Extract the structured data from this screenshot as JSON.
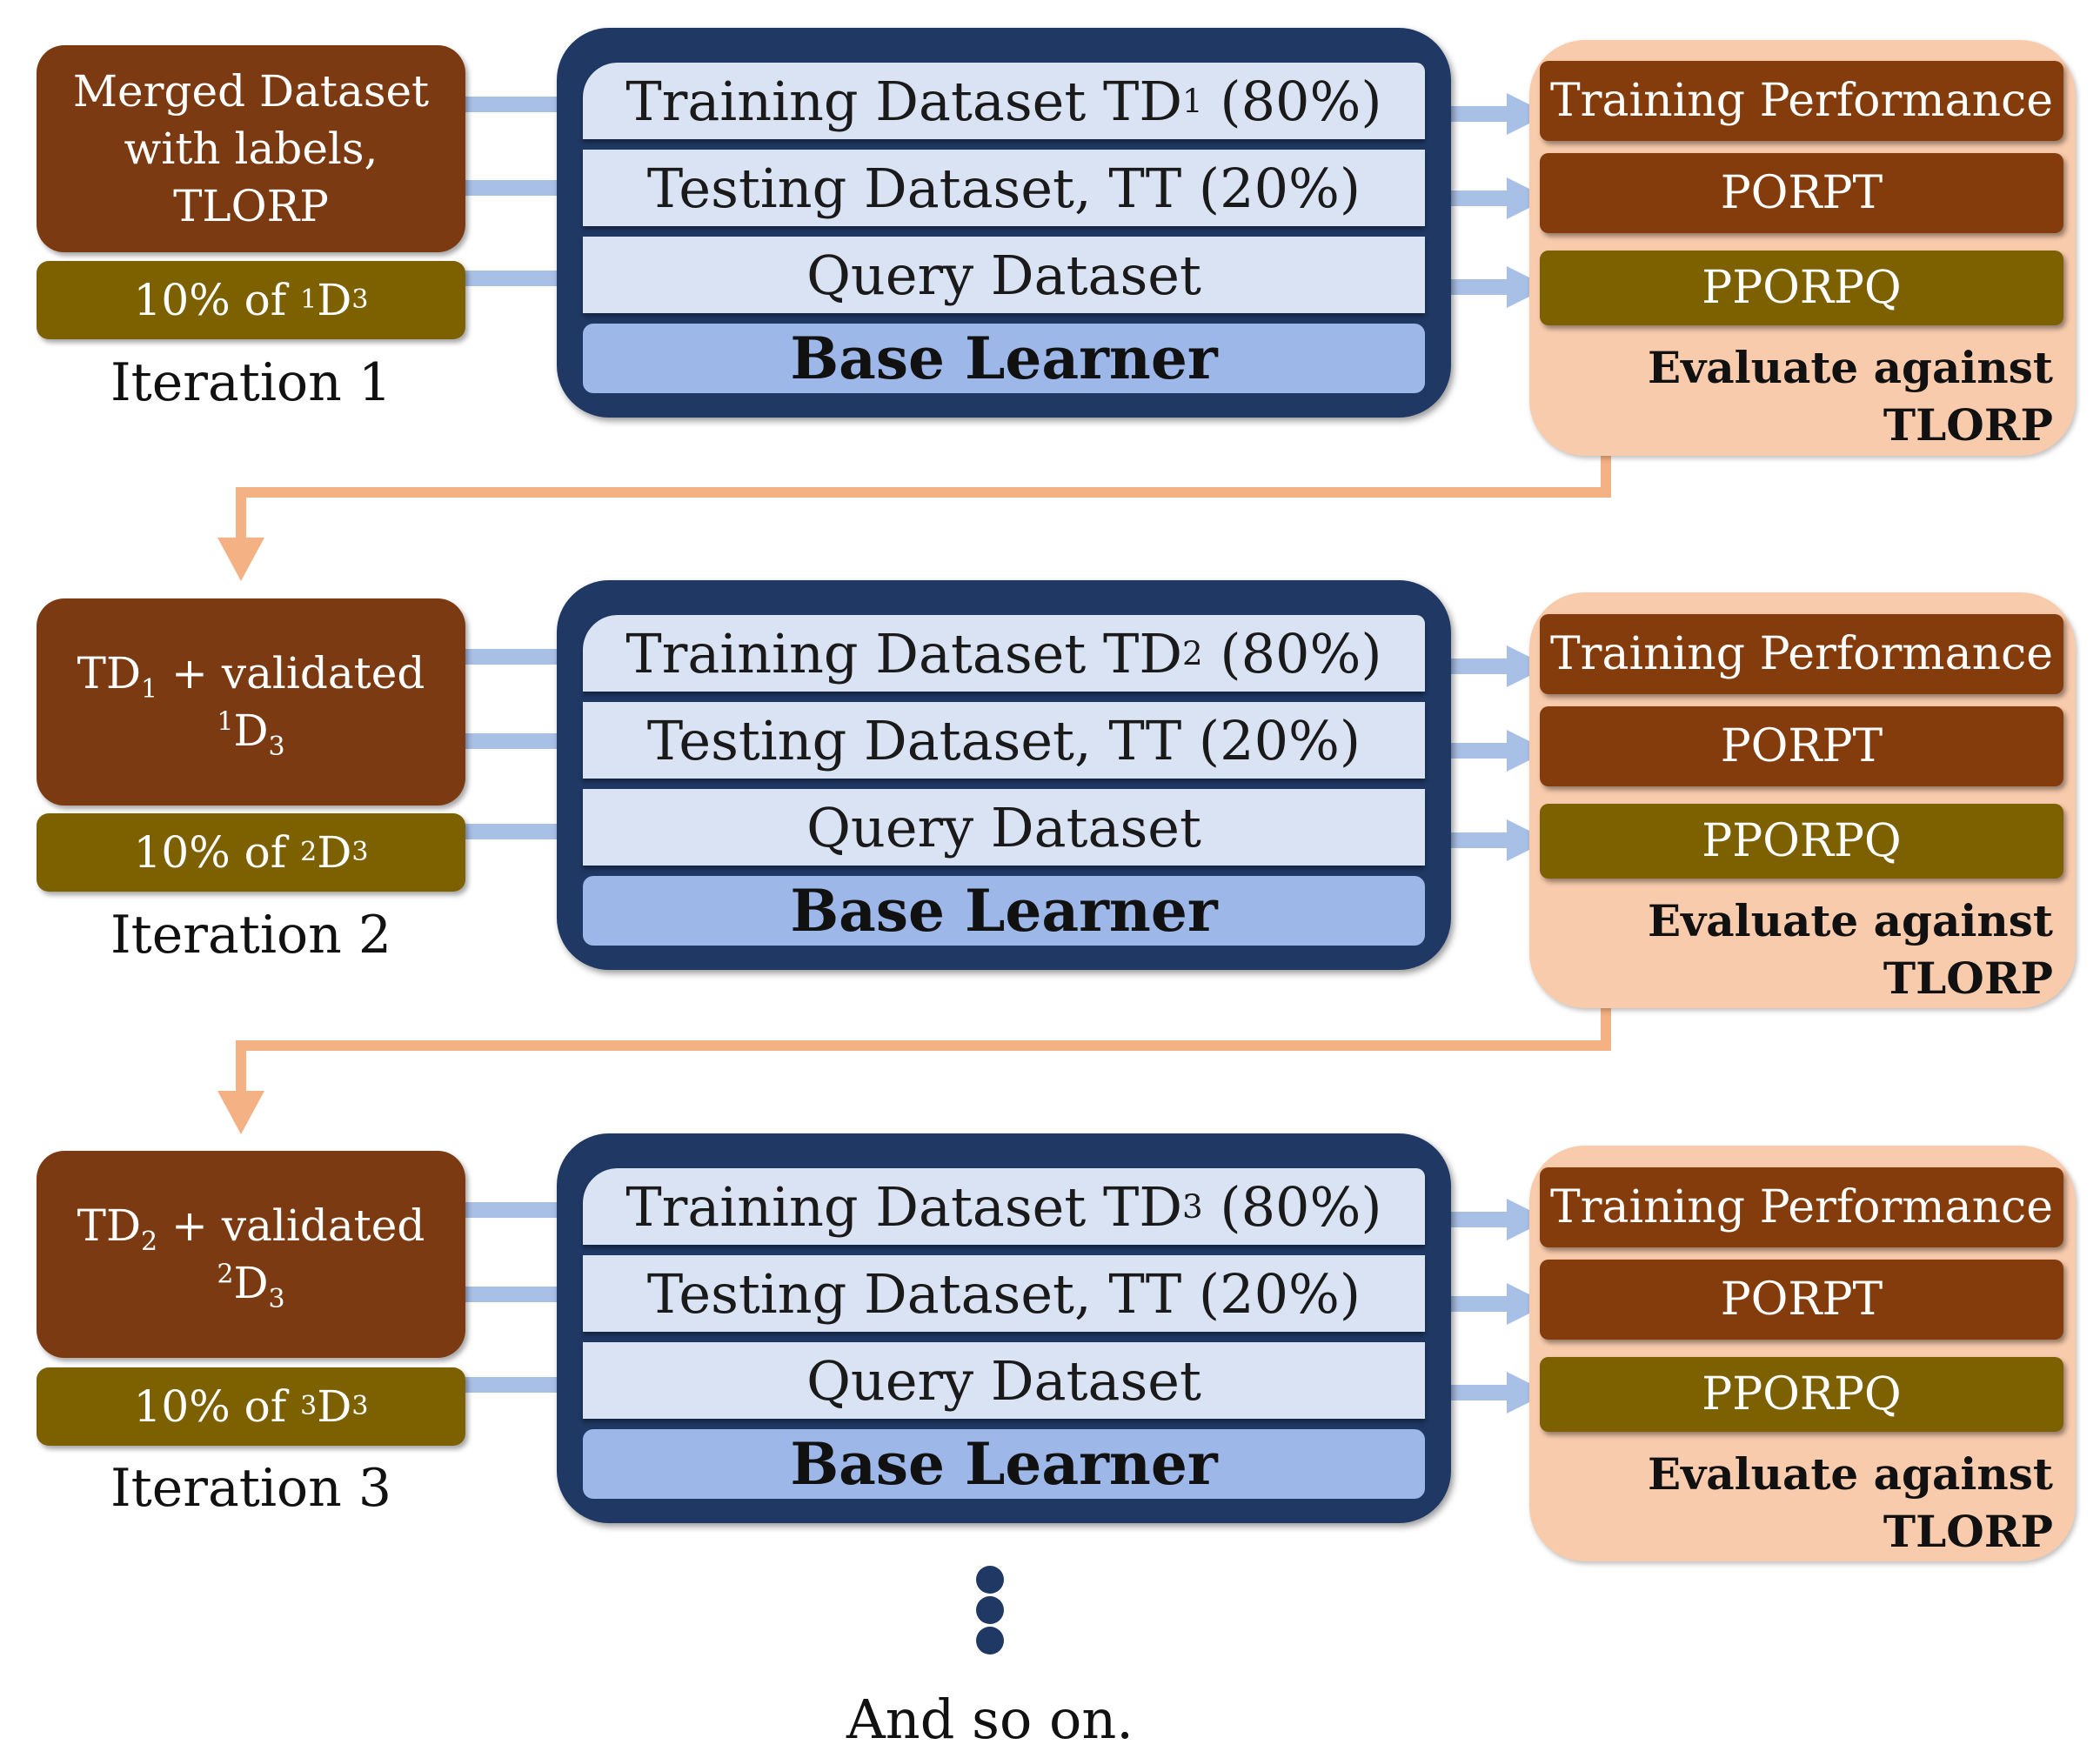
{
  "colors": {
    "input_brown": "#7b3a12",
    "olive": "#7d6000",
    "navy_frame": "#1f3864",
    "dataset_fill": "#dae3f3",
    "base_learner_fill": "#9db7e8",
    "eval_panel": "#f8cbad",
    "output_brown": "#843c0c",
    "arrow_blue": "#a9c0e6",
    "connector_orange": "#f4b183"
  },
  "iterations": [
    {
      "input": {
        "line1": "Merged Dataset",
        "line2": "with labels,",
        "line3": "TLORP"
      },
      "query_fraction": {
        "prefix": "10% of ",
        "sup": "1",
        "base": "D",
        "sub": "3"
      },
      "label": "Iteration 1",
      "learner": {
        "training": {
          "prefix": "Training Dataset TD",
          "sub": "1",
          "suffix": " (80%)"
        },
        "testing": "Testing Dataset, TT (20%)",
        "query": "Query Dataset",
        "base": "Base Learner"
      },
      "outputs": {
        "training_performance": "Training Performance",
        "porpt": "PORPT",
        "pporpq": "PPORPQ"
      },
      "evaluate": {
        "line1": "Evaluate against",
        "line2": "TLORP"
      }
    },
    {
      "input": {
        "td": "TD",
        "td_sub": "1",
        "rest": " + validated",
        "sup": "1",
        "base": "D",
        "sub": "3"
      },
      "query_fraction": {
        "prefix": "10% of ",
        "sup": "2",
        "base": "D",
        "sub": "3"
      },
      "label": "Iteration 2",
      "learner": {
        "training": {
          "prefix": "Training Dataset TD",
          "sub": "2",
          "suffix": " (80%)"
        },
        "testing": "Testing Dataset, TT (20%)",
        "query": "Query Dataset",
        "base": "Base Learner"
      },
      "outputs": {
        "training_performance": "Training Performance",
        "porpt": "PORPT",
        "pporpq": "PPORPQ"
      },
      "evaluate": {
        "line1": "Evaluate against",
        "line2": "TLORP"
      }
    },
    {
      "input": {
        "td": "TD",
        "td_sub": "2",
        "rest": " + validated",
        "sup": "2",
        "base": "D",
        "sub": "3"
      },
      "query_fraction": {
        "prefix": "10% of ",
        "sup": "3",
        "base": "D",
        "sub": "3"
      },
      "label": "Iteration 3",
      "learner": {
        "training": {
          "prefix": "Training Dataset TD",
          "sub": "3",
          "suffix": " (80%)"
        },
        "testing": "Testing Dataset, TT (20%)",
        "query": "Query Dataset",
        "base": "Base Learner"
      },
      "outputs": {
        "training_performance": "Training Performance",
        "porpt": "PORPT",
        "pporpq": "PPORPQ"
      },
      "evaluate": {
        "line1": "Evaluate against",
        "line2": "TLORP"
      }
    }
  ],
  "continuation": {
    "ellipsis_icon": "vertical-ellipsis-icon",
    "text": "And so on."
  }
}
